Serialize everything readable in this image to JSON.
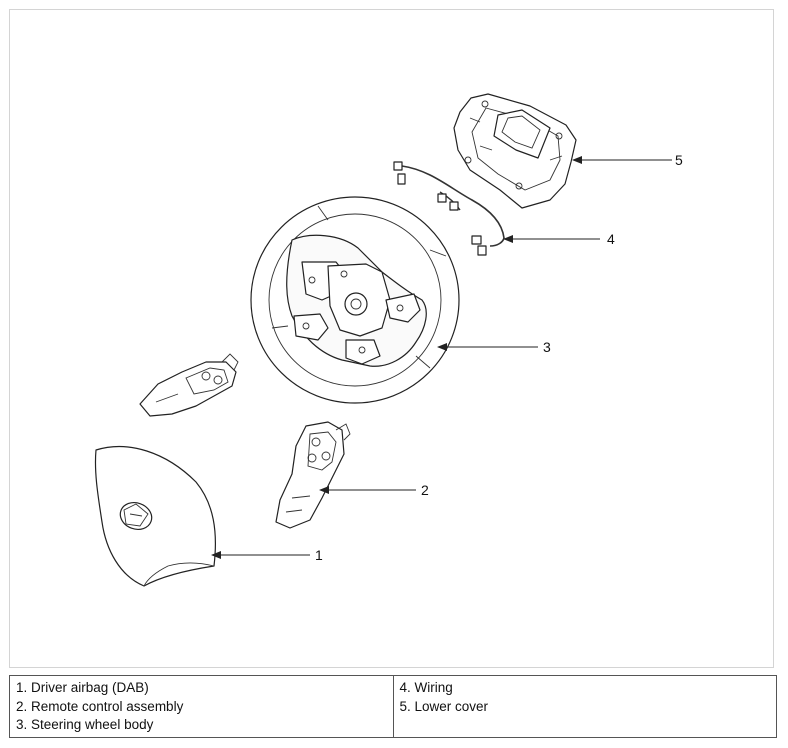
{
  "callouts": {
    "c1": "1",
    "c2": "2",
    "c3": "3",
    "c4": "4",
    "c5": "5"
  },
  "legend": {
    "left": [
      "1. Driver airbag (DAB)",
      "2. Remote control assembly",
      "3. Steering wheel body"
    ],
    "right": [
      "4. Wiring",
      "5. Lower cover"
    ]
  }
}
